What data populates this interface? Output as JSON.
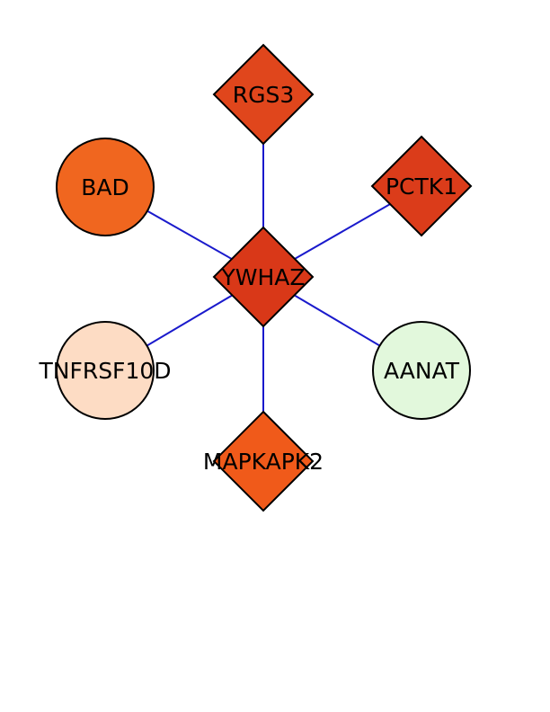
{
  "network": {
    "edge_color": "#1a1acc",
    "nodes": [
      {
        "id": "YWHAZ",
        "label": "YWHAZ",
        "shape": "diamond",
        "color": "#d93818"
      },
      {
        "id": "RGS3",
        "label": "RGS3",
        "shape": "diamond",
        "color": "#e0461c"
      },
      {
        "id": "PCTK1",
        "label": "PCTK1",
        "shape": "diamond",
        "color": "#db3c1a"
      },
      {
        "id": "BAD",
        "label": "BAD",
        "shape": "circle",
        "color": "#f0661f"
      },
      {
        "id": "TNFRSF10D",
        "label": "TNFRSF10D",
        "shape": "circle",
        "color": "#fddcc4"
      },
      {
        "id": "AANAT",
        "label": "AANAT",
        "shape": "circle",
        "color": "#e2f8dc"
      },
      {
        "id": "MAPKAPK2",
        "label": "MAPKAPK2",
        "shape": "diamond",
        "color": "#f05a1a"
      }
    ],
    "edges": [
      {
        "source": "YWHAZ",
        "target": "RGS3"
      },
      {
        "source": "YWHAZ",
        "target": "PCTK1"
      },
      {
        "source": "YWHAZ",
        "target": "BAD"
      },
      {
        "source": "YWHAZ",
        "target": "TNFRSF10D"
      },
      {
        "source": "YWHAZ",
        "target": "AANAT"
      },
      {
        "source": "YWHAZ",
        "target": "MAPKAPK2"
      }
    ]
  }
}
